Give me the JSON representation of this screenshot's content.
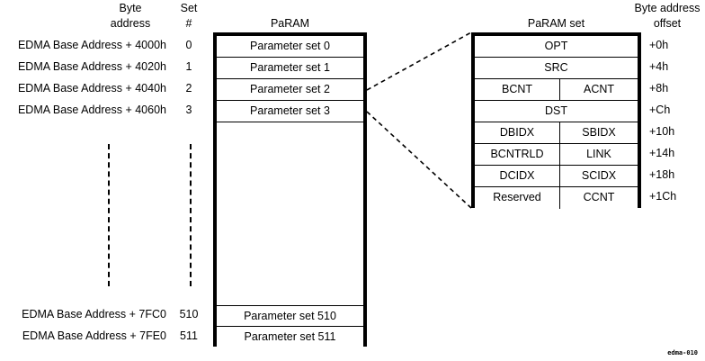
{
  "headers": {
    "byte_address_line1": "Byte",
    "byte_address_line2": "address",
    "set_line1": "Set",
    "set_line2": "#",
    "param_title": "PaRAM",
    "paramset_title": "PaRAM set",
    "offset_line1": "Byte address",
    "offset_line2": "offset"
  },
  "param_table": {
    "top_rows": [
      {
        "address": "EDMA Base Address + 4000h",
        "set": "0",
        "label": "Parameter set 0"
      },
      {
        "address": "EDMA Base Address +  4020h",
        "set": "1",
        "label": "Parameter set 1"
      },
      {
        "address": "EDMA Base Address +  4040h",
        "set": "2",
        "label": "Parameter set 2"
      },
      {
        "address": "EDMA Base Address + 4060h",
        "set": "3",
        "label": "Parameter set 3"
      }
    ],
    "ellipsis": "vertical-dashed-ellipsis",
    "bottom_rows": [
      {
        "address": "EDMA Base Address + 7FC0",
        "set": "510",
        "label": "Parameter set 510"
      },
      {
        "address": "EDMA Base Address + 7FE0",
        "set": "511",
        "label": "Parameter set 511"
      }
    ]
  },
  "paramset_table": {
    "rows": [
      {
        "left": "OPT",
        "right": null,
        "full": true,
        "offset": "+0h"
      },
      {
        "left": "SRC",
        "right": null,
        "full": true,
        "offset": "+4h"
      },
      {
        "left": "BCNT",
        "right": "ACNT",
        "full": false,
        "offset": "+8h"
      },
      {
        "left": "DST",
        "right": null,
        "full": true,
        "offset": "+Ch"
      },
      {
        "left": "DBIDX",
        "right": "SBIDX",
        "full": false,
        "offset": "+10h"
      },
      {
        "left": "BCNTRLD",
        "right": "LINK",
        "full": false,
        "offset": "+14h"
      },
      {
        "left": "DCIDX",
        "right": "SCIDX",
        "full": false,
        "offset": "+18h"
      },
      {
        "left": "Reserved",
        "right": "CCNT",
        "full": false,
        "offset": "+1Ch"
      }
    ]
  },
  "watermark": "edma-010",
  "colors": {
    "line": "#000000",
    "background": "#ffffff"
  }
}
